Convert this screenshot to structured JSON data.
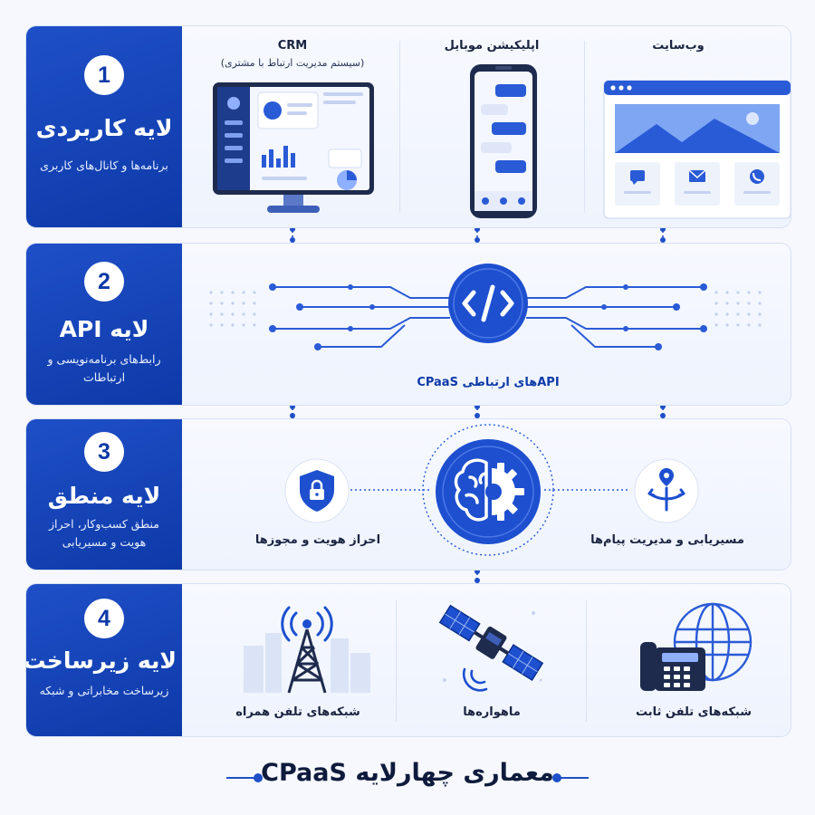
{
  "layers": [
    {
      "number": "1",
      "title": "لایه کاربردی",
      "description": "برنامه‌ها و کانال‌های کاربری"
    },
    {
      "number": "2",
      "title": "لایه API",
      "description": "رابط‌های برنامه‌نویسی و ارتباطات"
    },
    {
      "number": "3",
      "title": "لایه منطق",
      "description": "منطق کسب‌وکار، احراز هویت و مسیریابی"
    },
    {
      "number": "4",
      "title": "لایه زیرساخت",
      "description": "زیرساخت مخابراتی و شبکه"
    }
  ],
  "application": {
    "crm_title": "CRM",
    "crm_subtitle": "(سیستم مدیریت ارتباط با مشتری)",
    "mobile_title": "اپلیکیشن موبایل",
    "website_title": "وب‌سایت"
  },
  "api": {
    "caption": "APIهای ارتباطی CPaaS"
  },
  "logic": {
    "auth_caption": "احراز هویت و مجوزها",
    "routing_caption": "مسیریابی و مدیریت پیام‌ها"
  },
  "infrastructure": {
    "mobile_caption": "شبکه‌های تلفن همراه",
    "satellite_caption": "ماهواره‌ها",
    "fixed_caption": "شبکه‌های تلفن ثابت"
  },
  "footer": {
    "title": "معماری چهارلایه CPaaS"
  },
  "colors": {
    "primary": "#1f4fc8",
    "dark": "#0d3aa8",
    "light": "#e9efff"
  },
  "icons": [
    "crm-monitor-icon",
    "smartphone-icon",
    "browser-icon",
    "code-icon",
    "shield-lock-icon",
    "brain-gear-icon",
    "route-split-icon",
    "cell-tower-icon",
    "satellite-icon",
    "globe-icon",
    "desk-phone-icon"
  ]
}
